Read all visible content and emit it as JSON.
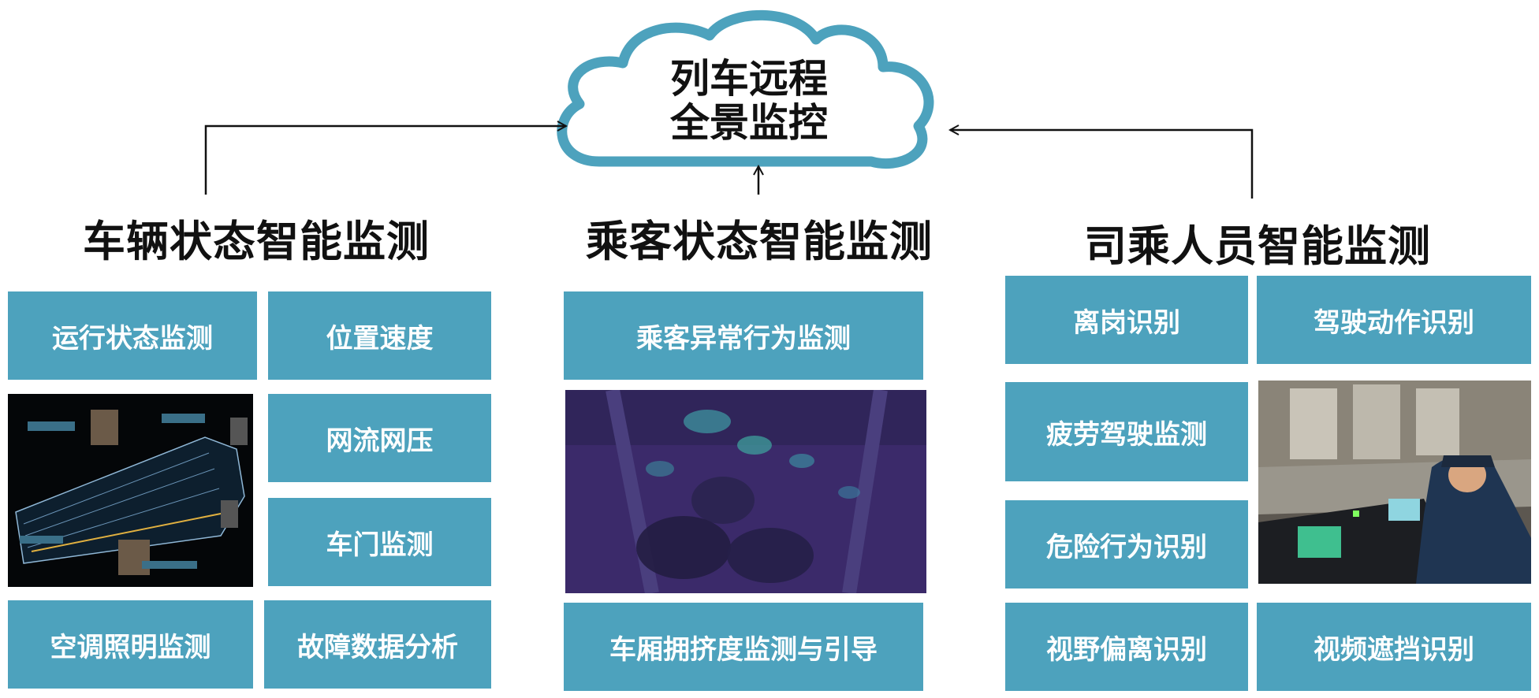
{
  "cloud": {
    "line1": "列车远程",
    "line2": "全景监控",
    "stroke": "#4da2bd"
  },
  "sections": {
    "vehicle": {
      "title": "车辆状态智能监测",
      "boxes": [
        "运行状态监测",
        "位置速度",
        "网流网压",
        "车门监测",
        "空调照明监测",
        "故障数据分析"
      ]
    },
    "passenger": {
      "title": "乘客状态智能监测",
      "boxes": [
        "乘客异常行为监测",
        "车厢拥挤度监测与引导"
      ]
    },
    "crew": {
      "title": "司乘人员智能监测",
      "boxes": [
        "离岗识别",
        "驾驶动作识别",
        "疲劳驾驶监测",
        "危险行为识别",
        "视野偏离识别",
        "视频遮挡识别"
      ]
    }
  },
  "colors": {
    "box": "#4da2bd",
    "box_text": "#ffffff",
    "heading": "#111111",
    "arrow": "#111111"
  },
  "icons": [
    "train-wireframe-image",
    "passenger-heatmap-image",
    "driver-cab-image"
  ]
}
